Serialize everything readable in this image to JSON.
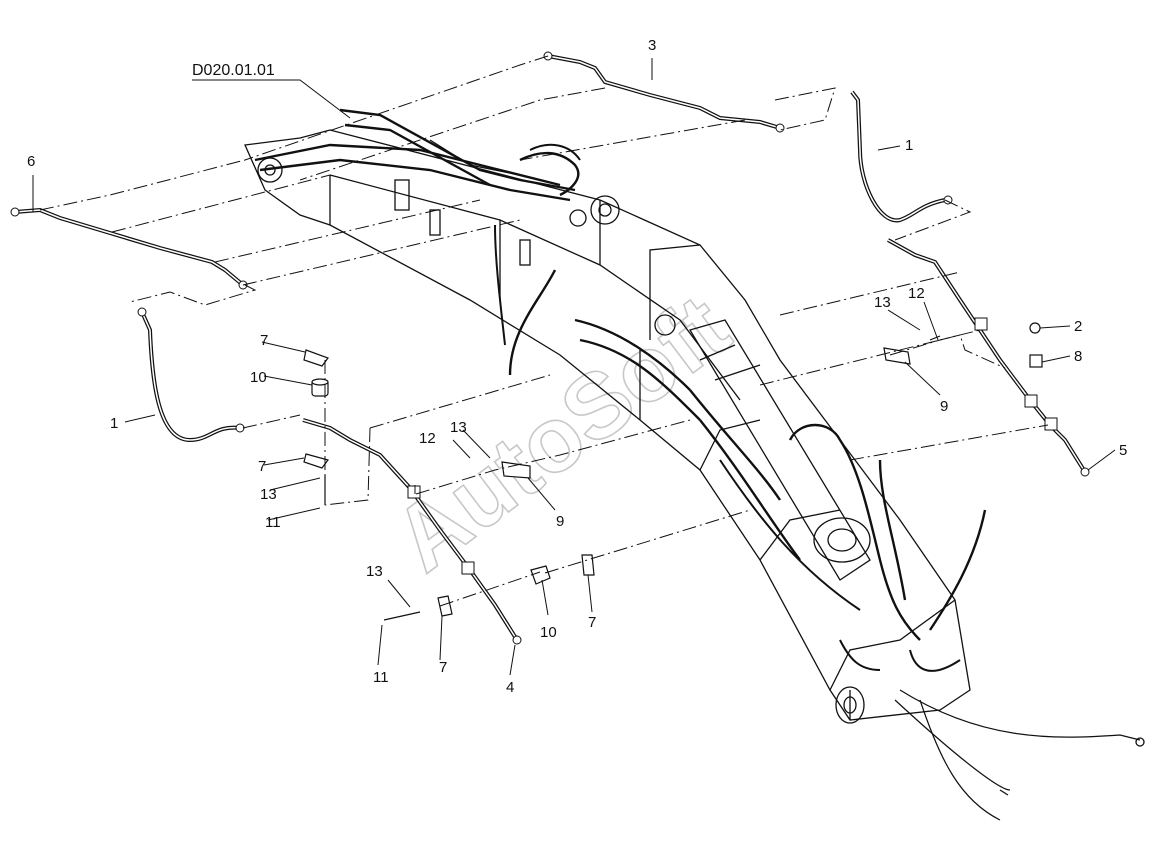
{
  "diagram": {
    "reference": "D020.01.01",
    "watermark": "AutoSoft",
    "callouts": [
      "1",
      "1",
      "2",
      "3",
      "4",
      "5",
      "6",
      "7",
      "7",
      "7",
      "7",
      "8",
      "9",
      "9",
      "10",
      "10",
      "11",
      "11",
      "12",
      "12",
      "13",
      "13",
      "13",
      "13"
    ]
  }
}
